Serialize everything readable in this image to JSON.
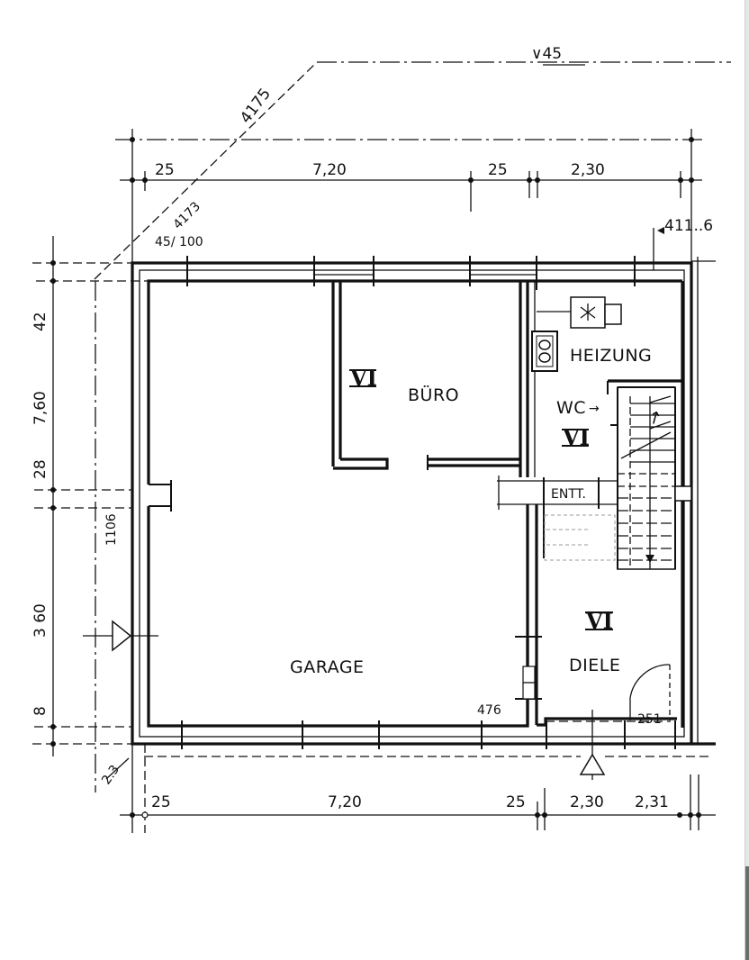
{
  "plan": {
    "rooms": {
      "garage": "GARAGE",
      "buero": "BÜRO",
      "heizung": "HEIZUNG",
      "wc": "WC",
      "wc_arrow": "→",
      "diele": "DIELE",
      "entt": "ENTT."
    },
    "room_class_marks": {
      "buero": "VI",
      "wc": "VI",
      "diele": "VI"
    },
    "elevations": {
      "top_right_label": "∨45",
      "diagonal_top": "4175",
      "diagonal_mid": "4173",
      "ratio": "45/ 100",
      "corner_right": "411..6",
      "garage_floor": "476",
      "diele_floor": "251",
      "left_lower": "2.3",
      "left_opening": "1106"
    },
    "dimensions_top": [
      "25",
      "7,20",
      "25",
      "2,30"
    ],
    "dimensions_bottom": [
      "25",
      "7,20",
      "25",
      "2,30",
      "2,31"
    ],
    "dimensions_left": [
      "42",
      "7,60",
      "28",
      "3 60",
      "8"
    ],
    "stair_arrow": "↑"
  }
}
